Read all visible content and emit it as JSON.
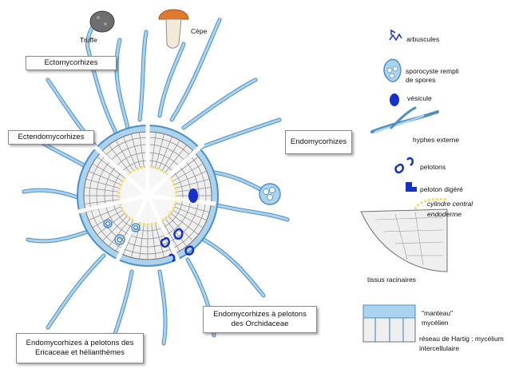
{
  "fungi": {
    "truffle": "Truffe",
    "cep": "Cèpe"
  },
  "types": {
    "ecto": "Ectomycorhizes",
    "ectendo": "Ectendomycorhizes",
    "endo": "Endomycorhizes",
    "orchid": [
      "Endomycorhizes à pelotons",
      "des Orchidaceae"
    ],
    "ericoid": [
      "Endomycorhizes à pelotons des",
      "Ericaceae et hélianthèmes"
    ]
  },
  "legend": {
    "arbuscules": "arbuscules",
    "sporocyst": [
      "sporocyste rempli",
      "de spores"
    ],
    "vesicle": "vésicule",
    "hyphae": "hyphes externe",
    "pelotons": "pelotons",
    "peloton_digested": "peloton digéré",
    "central_cylinder": "cylindre central",
    "endoderm": "endoderme",
    "root_tissue": "tissus racinaires",
    "mantle": [
      "\"manteau\"",
      "mycélien"
    ],
    "hartig": [
      "réseau de Hartig : mycélium",
      "intercellulaire"
    ]
  },
  "colors": {
    "hyphae": "#a9d3ef",
    "hyphae_outline": "#4d8fc4",
    "peloton": "#1531c9",
    "cell_fill": "#efefef",
    "cell_line": "#707070",
    "endoderm_ring": "#e9dd7a"
  }
}
